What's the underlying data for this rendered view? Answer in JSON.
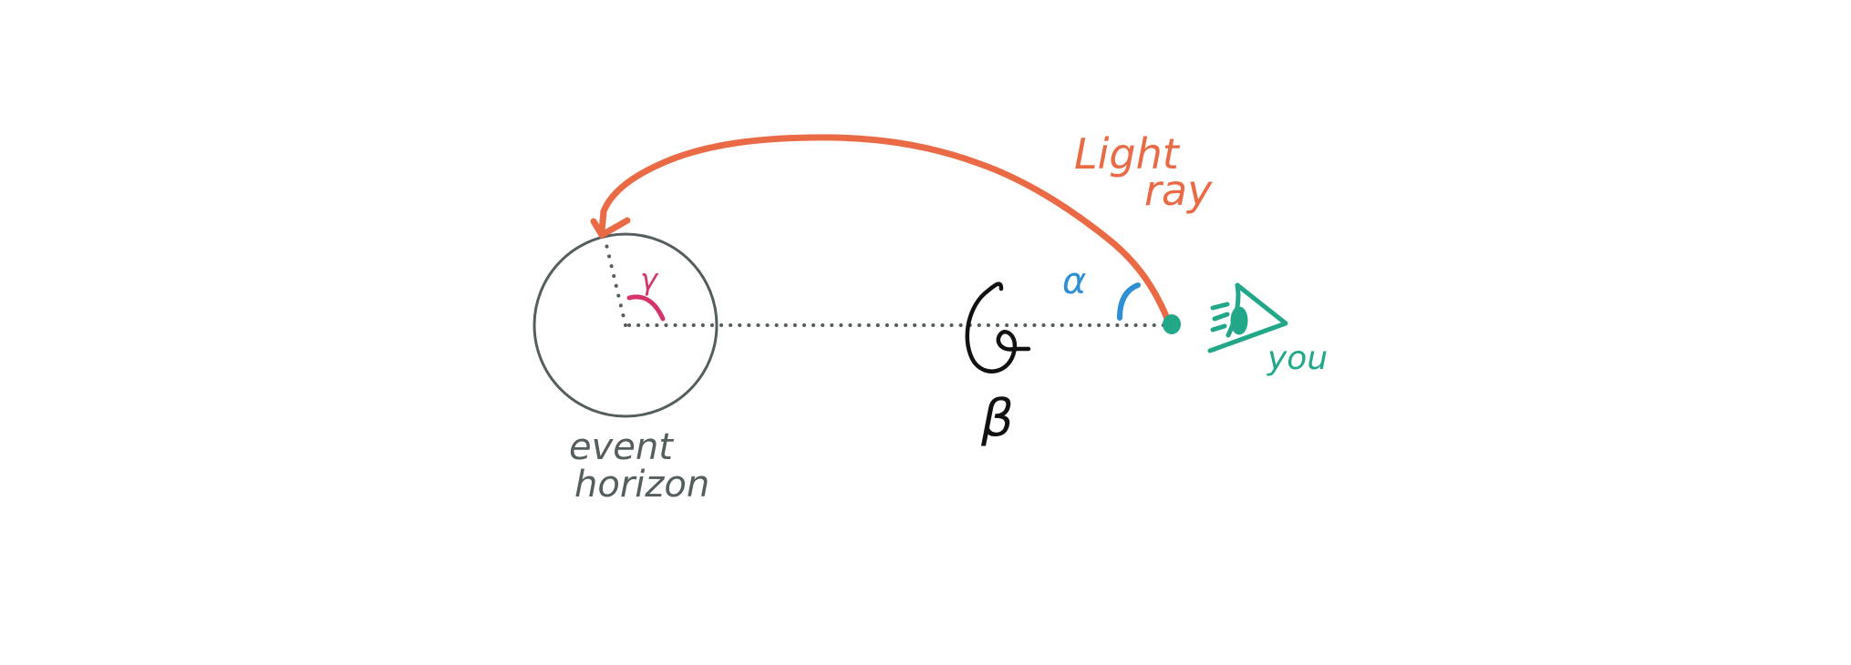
{
  "labels": {
    "light_ray_line1": "Light",
    "light_ray_line2": "ray",
    "alpha": "α",
    "beta": "β",
    "gamma": "γ",
    "observer": "you",
    "horizon_line1": "event",
    "horizon_line2": "horizon"
  },
  "colors": {
    "light_ray": "#EA6A45",
    "horizon": "#545E5E",
    "alpha_arc": "#2F8FD5",
    "gamma_arc": "#D4336B",
    "observer": "#22A889",
    "beta_symbol": "#111111",
    "dotted_line": "#545E5E"
  }
}
